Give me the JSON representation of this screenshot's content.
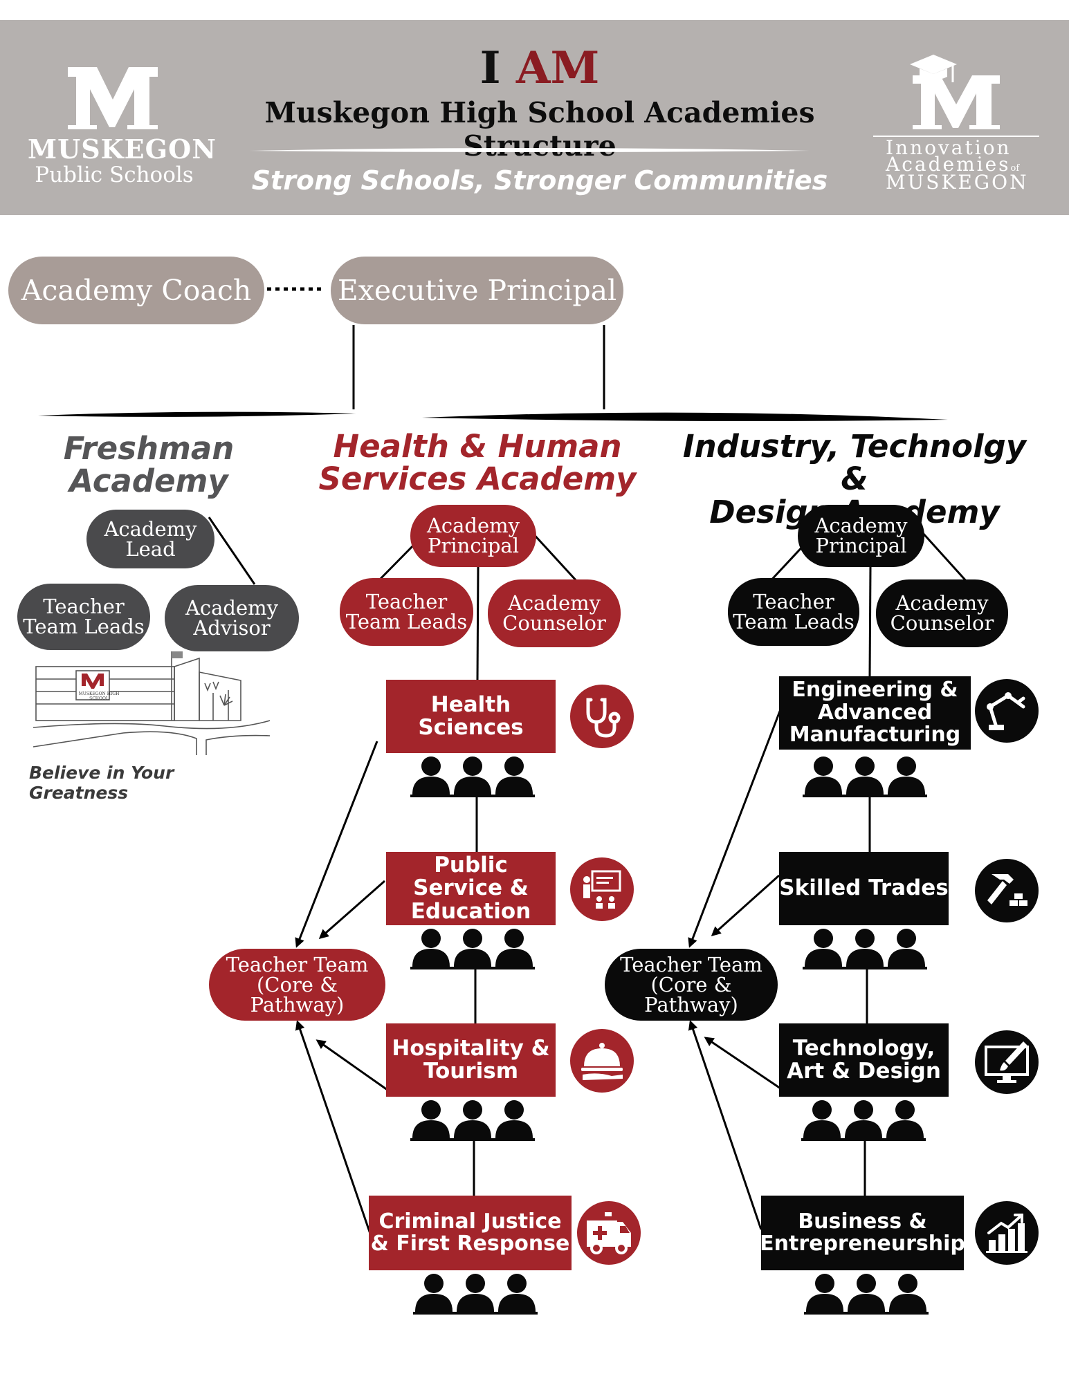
{
  "header": {
    "title_i": "I",
    "title_am": "AM",
    "subtitle": "Muskegon High School Academies Structure",
    "tagline": "Strong Schools, Stronger Communities",
    "left_logo": {
      "name": "MUSKEGON",
      "sub": "Public Schools"
    },
    "right_logo": {
      "line1": "Innovation",
      "line2": "Academies",
      "of": "of",
      "line3": "MUSKEGON"
    }
  },
  "leadership": {
    "coach": "Academy Coach",
    "principal": "Executive Principal"
  },
  "freshman": {
    "title_line1": "Freshman",
    "title_line2": "Academy",
    "lead": "Academy Lead",
    "teacher_leads": "Teacher Team Leads",
    "advisor": "Academy Advisor",
    "building_sign": "MUSKEGON HIGH SCHOOL",
    "motto": "Believe in Your Greatness"
  },
  "health": {
    "title_line1": "Health & Human",
    "title_line2": "Services Academy",
    "principal": "Academy Principal",
    "teacher_leads": "Teacher Team Leads",
    "counselor": "Academy Counselor",
    "teacher_team_line1": "Teacher Team",
    "teacher_team_line2": "(Core & Pathway)",
    "pathways": [
      {
        "label": "Health Sciences",
        "icon": "stethoscope-icon"
      },
      {
        "label": "Public Service & Education",
        "icon": "teacher-board-icon"
      },
      {
        "label": "Hospitality & Tourism",
        "icon": "cloche-icon"
      },
      {
        "label": "Criminal Justice & First Response",
        "icon": "ambulance-icon"
      }
    ]
  },
  "industry": {
    "title_line1": "Industry, Technolgy &",
    "title_line2": "Design Academy",
    "principal": "Academy Principal",
    "teacher_leads": "Teacher Team Leads",
    "counselor": "Academy Counselor",
    "teacher_team_line1": "Teacher Team",
    "teacher_team_line2": "(Core & Pathway)",
    "pathways": [
      {
        "label": "Engineering & Advanced Manufacturing",
        "icon": "robot-arm-icon"
      },
      {
        "label": "Skilled Trades",
        "icon": "hammer-bricks-icon"
      },
      {
        "label": "Technology, Art & Design",
        "icon": "monitor-brush-icon"
      },
      {
        "label": "Business & Entrepreneurship",
        "icon": "growth-chart-icon"
      }
    ]
  },
  "colors": {
    "header_bg": "#b5b1af",
    "maroon": "#a3252b",
    "dark_grey": "#4a4a4c",
    "black": "#0a0a0a",
    "top_pill": "#a89c97"
  }
}
